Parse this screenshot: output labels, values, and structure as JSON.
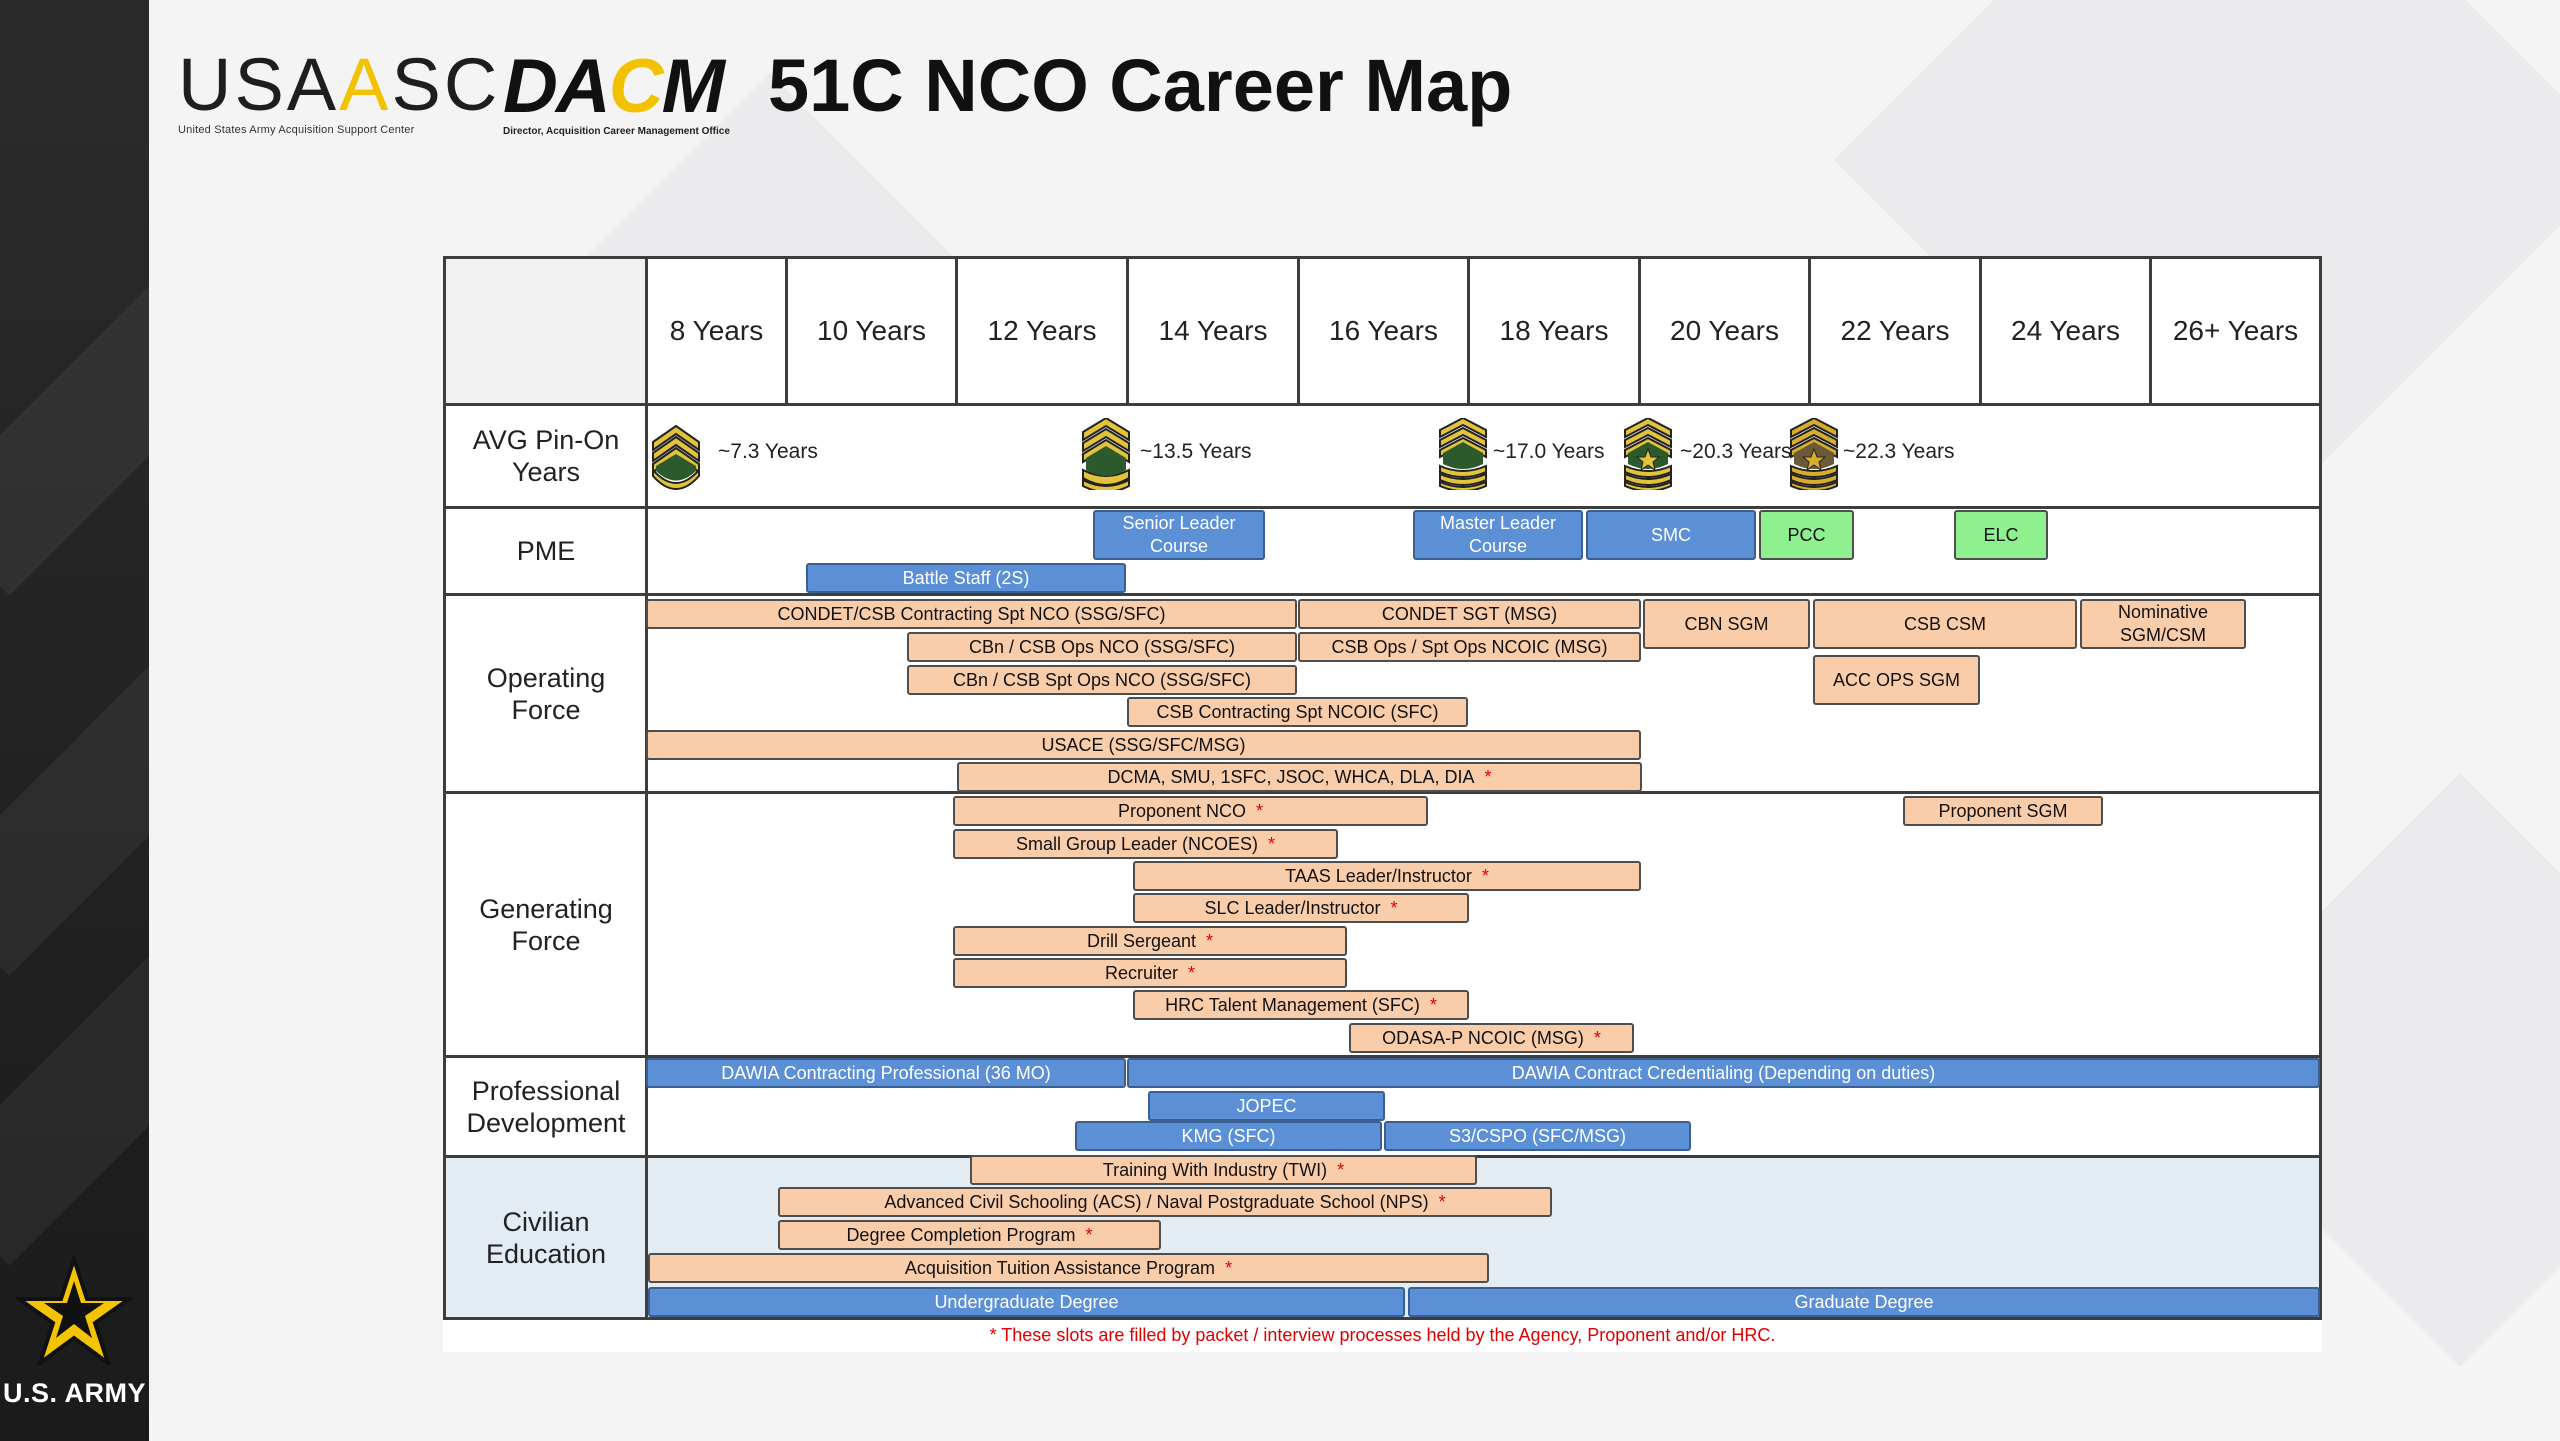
{
  "page": {
    "title": "51C NCO Career Map",
    "footnote": "* These slots are filled by packet / interview processes held by the Agency, Proponent and/or HRC."
  },
  "logos": {
    "usaasc": {
      "name": "USAASC",
      "subtitle": "United States Army Acquisition Support Center"
    },
    "dacm": {
      "name": "DACM",
      "subtitle": "Director, Acquisition Career Management Office"
    },
    "army": {
      "text": "U.S. ARMY"
    }
  },
  "columns": [
    "8 Years",
    "10 Years",
    "12 Years",
    "14 Years",
    "16 Years",
    "18 Years",
    "20 Years",
    "22 Years",
    "24 Years",
    "26+ Years"
  ],
  "rows": {
    "pin_on": "AVG Pin-On\nYears",
    "pme": "PME",
    "operating": "Operating\nForce",
    "generating": "Generating\nForce",
    "professional": "Professional\nDevelopment",
    "civilian": "Civilian\nEducation"
  },
  "pin_on": [
    {
      "label": "~7.3 Years",
      "icon": "ssg-rank-icon"
    },
    {
      "label": "~13.5 Years",
      "icon": "sfc-rank-icon"
    },
    {
      "label": "~17.0 Years",
      "icon": "msg-rank-icon"
    },
    {
      "label": "~20.3 Years",
      "icon": "sgm-rank-icon"
    },
    {
      "label": "~22.3 Years",
      "icon": "csm-rank-icon"
    }
  ],
  "bars": [
    {
      "label": "Senior Leader\nCourse",
      "color": "blue"
    },
    {
      "label": "Master Leader\nCourse",
      "color": "blue"
    },
    {
      "label": "SMC",
      "color": "blue"
    },
    {
      "label": "PCC",
      "color": "green"
    },
    {
      "label": "ELC",
      "color": "green"
    },
    {
      "label": "Battle Staff (2S)",
      "color": "blue"
    },
    {
      "label": "CONDET/CSB Contracting Spt NCO (SSG/SFC)",
      "color": "peach"
    },
    {
      "label": "CONDET SGT (MSG)",
      "color": "peach"
    },
    {
      "label": "CBN SGM",
      "color": "peach"
    },
    {
      "label": "CSB CSM",
      "color": "peach"
    },
    {
      "label": "Nominative\nSGM/CSM",
      "color": "peach"
    },
    {
      "label": "CBn / CSB Ops NCO (SSG/SFC)",
      "color": "peach"
    },
    {
      "label": "CSB Ops / Spt Ops NCOIC (MSG)",
      "color": "peach"
    },
    {
      "label": "CBn / CSB Spt Ops NCO (SSG/SFC)",
      "color": "peach"
    },
    {
      "label": "ACC OPS SGM",
      "color": "peach"
    },
    {
      "label": "CSB Contracting Spt NCOIC (SFC)",
      "color": "peach"
    },
    {
      "label": "USACE (SSG/SFC/MSG)",
      "color": "peach"
    },
    {
      "label": "DCMA, SMU, 1SFC, JSOC, WHCA, DLA, DIA",
      "color": "peach",
      "star": "*"
    },
    {
      "label": "Proponent NCO",
      "color": "peach",
      "star": "*"
    },
    {
      "label": "Proponent SGM",
      "color": "peach"
    },
    {
      "label": "Small Group Leader (NCOES)",
      "color": "peach",
      "star": "*"
    },
    {
      "label": "TAAS Leader/Instructor",
      "color": "peach",
      "star": "*"
    },
    {
      "label": "SLC Leader/Instructor",
      "color": "peach",
      "star": "*"
    },
    {
      "label": "Drill Sergeant",
      "color": "peach",
      "star": "*"
    },
    {
      "label": "Recruiter",
      "color": "peach",
      "star": "*"
    },
    {
      "label": "HRC Talent Management (SFC)",
      "color": "peach",
      "star": "*"
    },
    {
      "label": "ODASA-P NCOIC (MSG)",
      "color": "peach",
      "star": "*"
    },
    {
      "label": "DAWIA Contracting Professional (36 MO)",
      "color": "blue"
    },
    {
      "label": "DAWIA Contract Credentialing (Depending on duties)",
      "color": "blue"
    },
    {
      "label": "JOPEC",
      "color": "blue"
    },
    {
      "label": "KMG (SFC)",
      "color": "blue"
    },
    {
      "label": "S3/CSPO (SFC/MSG)",
      "color": "blue"
    },
    {
      "label": "Training With Industry (TWI)",
      "color": "peach",
      "star": "*"
    },
    {
      "label": "Advanced Civil Schooling (ACS) / Naval Postgraduate School (NPS)",
      "color": "peach",
      "star": "*"
    },
    {
      "label": "Degree Completion Program",
      "color": "peach",
      "star": "*"
    },
    {
      "label": "Acquisition Tuition Assistance Program",
      "color": "peach",
      "star": "*"
    },
    {
      "label": "Undergraduate Degree",
      "color": "blue"
    },
    {
      "label": "Graduate Degree",
      "color": "blue"
    }
  ]
}
